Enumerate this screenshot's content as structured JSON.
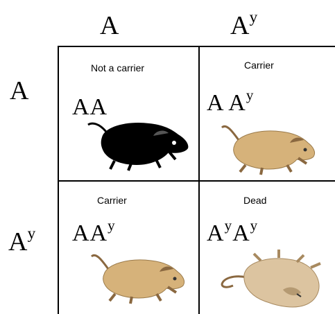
{
  "columns": {
    "col1": "A",
    "col2": "A",
    "col2_sup": "y"
  },
  "rows": {
    "row1": "A",
    "row2": "A",
    "row2_sup": "y"
  },
  "cells": {
    "AA": {
      "label": "Not a carrier",
      "genotype": "AA"
    },
    "AAy": {
      "label": "Carrier",
      "genotype_a": "A A",
      "genotype_sup": "y"
    },
    "AyA": {
      "label": "Carrier",
      "genotype_a": "AA",
      "genotype_sup": "y"
    },
    "AyAy": {
      "label": "Dead",
      "g1": "A",
      "g1_sup": "y",
      "g2": "A",
      "g2_sup": "y"
    }
  },
  "colors": {
    "black_mouse": "#000000",
    "yellow_mouse": "#d6b27a",
    "dead_mouse": "#dcc4a0",
    "tail": "#8a6840"
  }
}
